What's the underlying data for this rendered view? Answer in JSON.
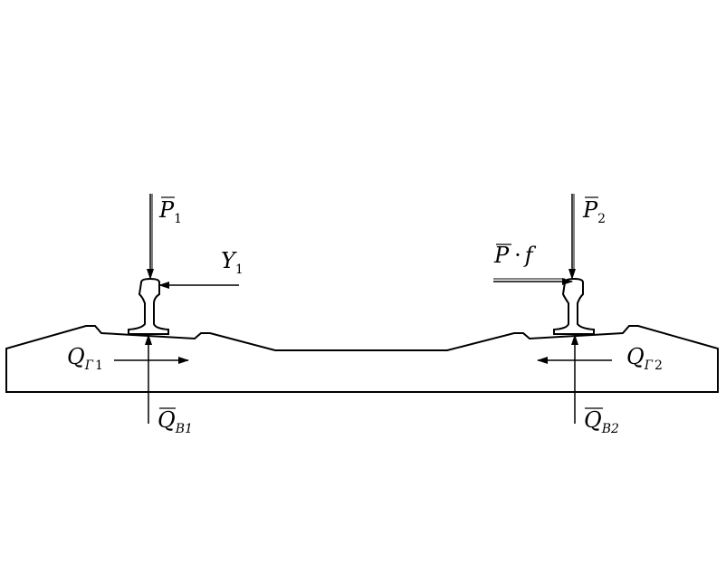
{
  "labels": {
    "p1": {
      "main": "P",
      "sub": "1"
    },
    "p2": {
      "main": "P",
      "sub": "2"
    },
    "y1": {
      "main": "Y",
      "sub": "1"
    },
    "pf": {
      "main": "P",
      "dot": "·",
      "tail": "f"
    },
    "qg1": {
      "main": "Q",
      "sub_letter": "Г",
      "sub_num": "1"
    },
    "qg2": {
      "main": "Q",
      "sub_letter": "Г",
      "sub_num": "2"
    },
    "qb1": {
      "main": "Q",
      "sub": "B1"
    },
    "qb2": {
      "main": "Q",
      "sub": "B2"
    }
  }
}
